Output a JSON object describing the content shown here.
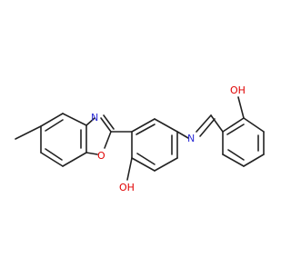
{
  "molecule": {
    "atom_labels": {
      "hydroxyl_top": "OH",
      "hydroxyl_bottom": "OH",
      "imine_nitrogen": "N",
      "oxazole_nitrogen": "N",
      "oxazole_oxygen": "O"
    },
    "colors": {
      "bond": "#222222",
      "nitrogen": "#2d2dd6",
      "oxygen": "#e00000",
      "background": "#ffffff"
    }
  }
}
